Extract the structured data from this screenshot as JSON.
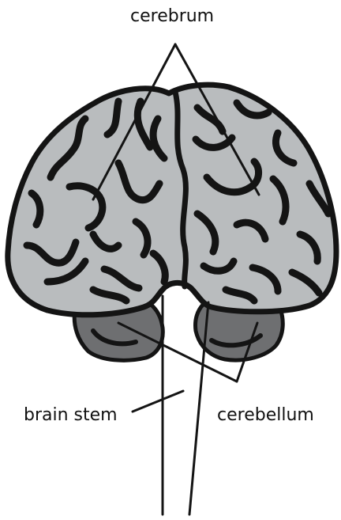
{
  "labels": {
    "cerebrum": "cerebrum",
    "brain_stem": "brain stem",
    "cerebellum": "cerebellum"
  },
  "colors": {
    "cerebrum_fill": "#b9bcbe",
    "cerebellum_fill": "#6e6f71",
    "outline": "#141414",
    "leader_lines": "#141414"
  }
}
